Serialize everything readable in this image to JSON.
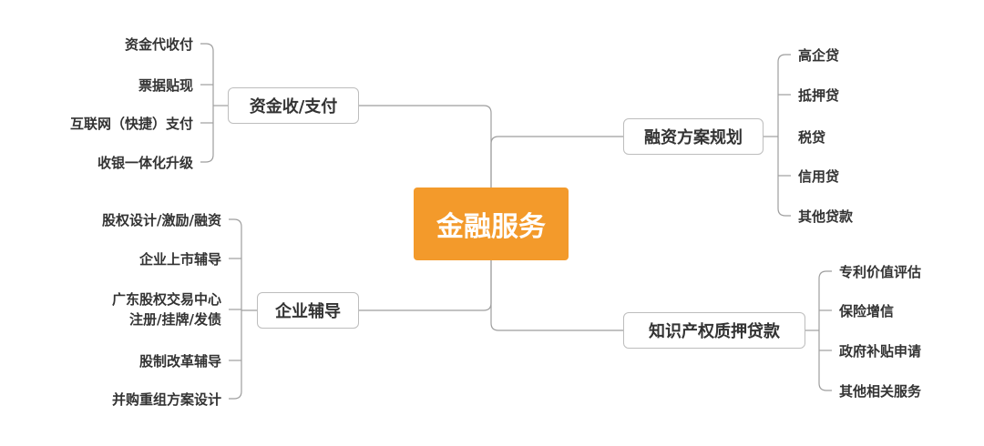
{
  "root": {
    "label": "金融服务",
    "color": "#f39a2b"
  },
  "branches": {
    "fund": {
      "label": "资金收/支付",
      "leaves": [
        "资金代收付",
        "票据贴现",
        "互联网（快捷）支付",
        "收银一体化升级"
      ]
    },
    "guide": {
      "label": "企业辅导",
      "leaves": [
        "股权设计/激励/融资",
        "企业上市辅导",
        "广东股权交易中心",
        "注册/挂牌/发债",
        "股制改革辅导",
        "并购重组方案设计"
      ]
    },
    "finance": {
      "label": "融资方案规划",
      "leaves": [
        "高企贷",
        "抵押贷",
        "税贷",
        "信用贷",
        "其他贷款"
      ]
    },
    "ip": {
      "label": "知识产权质押贷款",
      "leaves": [
        "专利价值评估",
        "保险增信",
        "政府补贴申请",
        "其他相关服务"
      ]
    }
  }
}
